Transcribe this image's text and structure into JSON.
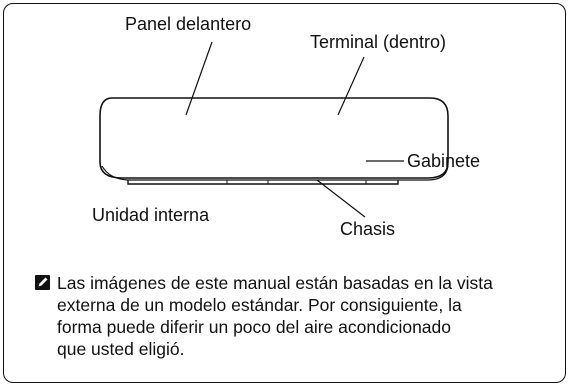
{
  "labels": {
    "front_panel": "Panel delantero",
    "terminal": "Terminal (dentro)",
    "cabinet": "Gabinete",
    "indoor_unit": "Unidad interna",
    "chassis": "Chasis"
  },
  "note": {
    "icon": "check-square-icon",
    "lines": [
      "Las imágenes de este manual están basadas en la vista",
      "externa de un modelo estándar. Por consiguiente, la",
      "forma puede diferir un poco del aire acondicionado",
      "que usted eligió."
    ]
  }
}
